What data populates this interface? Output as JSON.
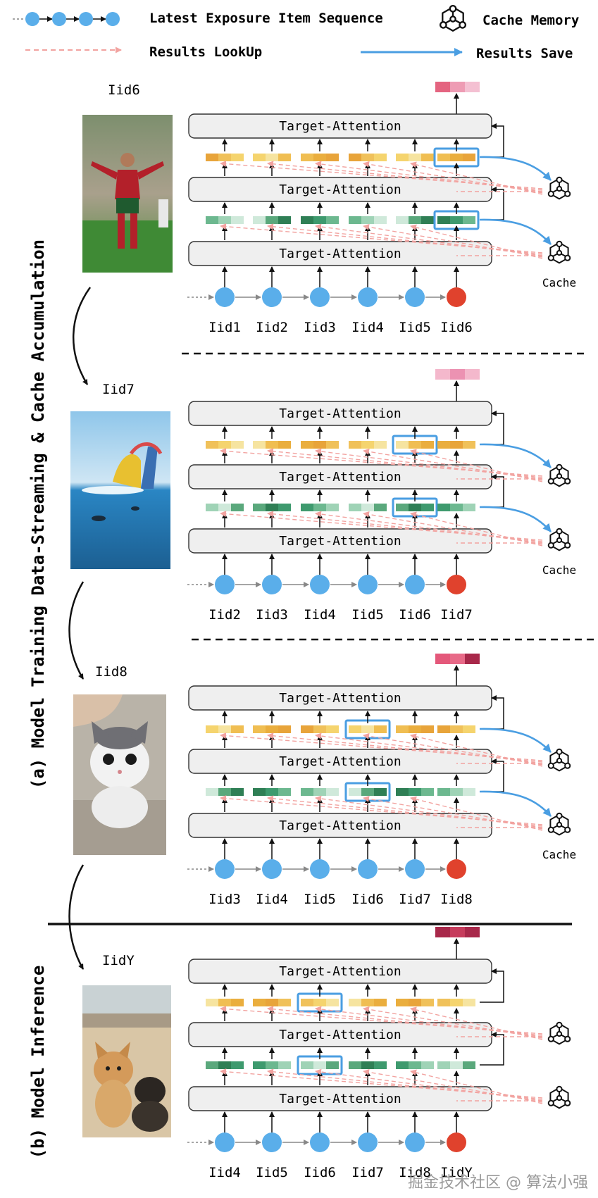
{
  "legend": {
    "sequence": "Latest Exposure Item Sequence",
    "cache_memory": "Cache Memory",
    "lookup": "Results LookUp",
    "save": "Results Save"
  },
  "side_labels": {
    "training": "(a) Model Training Data-Streaming & Cache Accumulation",
    "inference": "(b) Model Inference"
  },
  "block_label": "Target-Attention",
  "cache_label": "Cache",
  "watermark": "掘金技术社区 @ 算法小强",
  "colors": {
    "node_blue": "#5aaeea",
    "node_red": "#e0422d",
    "lookup_red": "#f2a3a0",
    "save_blue": "#4a9ee2",
    "block_fill": "#efefef",
    "highlight": "#4a9ee2"
  },
  "panels": [
    {
      "target_label": "Iid6",
      "photo": "soccer-player-photo",
      "items": [
        "Iid1",
        "Iid2",
        "Iid3",
        "Iid4",
        "Iid5",
        "Iid6"
      ],
      "output_colors": [
        "#e46480",
        "#ee9cb4",
        "#f4c0d2"
      ],
      "highlight_index": 5,
      "show_cache": true
    },
    {
      "target_label": "Iid7",
      "photo": "water-park-photo",
      "items": [
        "Iid2",
        "Iid3",
        "Iid4",
        "Iid5",
        "Iid6",
        "Iid7"
      ],
      "output_colors": [
        "#f4b8cc",
        "#ec92b2",
        "#f4b8cc"
      ],
      "highlight_index": 4,
      "show_cache": true
    },
    {
      "target_label": "Iid8",
      "photo": "kitten-photo",
      "items": [
        "Iid3",
        "Iid4",
        "Iid5",
        "Iid6",
        "Iid7",
        "Iid8"
      ],
      "output_colors": [
        "#e4587a",
        "#e86a88",
        "#a8284a"
      ],
      "highlight_index": 3,
      "show_cache": true
    },
    {
      "target_label": "IidY",
      "photo": "two-dogs-photo",
      "items": [
        "Iid4",
        "Iid5",
        "Iid6",
        "Iid7",
        "Iid8",
        "IidY"
      ],
      "output_colors": [
        "#a8284a",
        "#c63c5c",
        "#a8284a"
      ],
      "highlight_index": 2,
      "show_cache": false
    }
  ]
}
